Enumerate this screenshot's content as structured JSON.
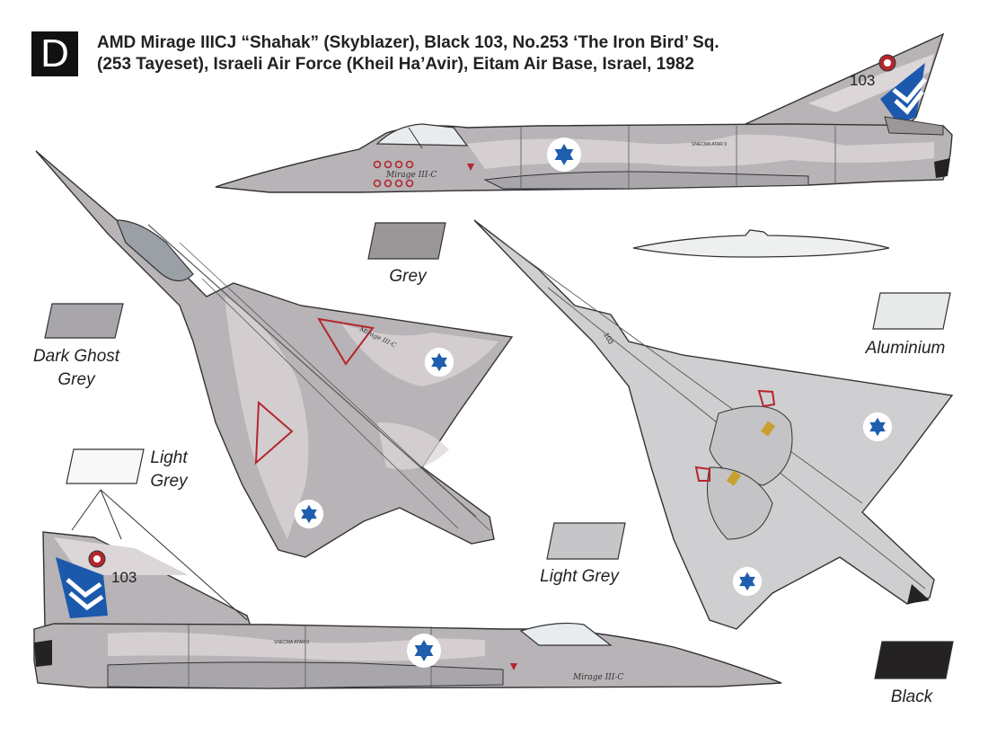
{
  "plate_letter": "D",
  "title": {
    "line1": "AMD Mirage IIICJ “Shahak” (Skyblazer), Black 103, No.253 ‘The Iron Bird’ Sq.",
    "line2": "(253 Tayeset), Israeli Air Force (Kheil Ha’Avir), Eitam Air Base, Israel, 1982"
  },
  "aircraft": {
    "serial": "103",
    "fuselage_script": "Mirage III-C",
    "stencil_text": "SNECMA ATAR 9"
  },
  "swatches": [
    {
      "name": "grey",
      "label_lines": [
        "Grey"
      ],
      "color": "#9b9799"
    },
    {
      "name": "dark-ghost-grey",
      "label_lines": [
        "Dark Ghost",
        "Grey"
      ],
      "color": "#a9a6ab"
    },
    {
      "name": "aluminium",
      "label_lines": [
        "Aluminium"
      ],
      "color": "#e7eae9"
    },
    {
      "name": "light-grey-top",
      "label_lines": [
        "Light",
        "Grey"
      ],
      "color": "#f8f8f8"
    },
    {
      "name": "light-grey",
      "label_lines": [
        "Light Grey"
      ],
      "color": "#c6c6c8"
    },
    {
      "name": "black",
      "label_lines": [
        "Black"
      ],
      "color": "#242223"
    }
  ],
  "colors": {
    "camo_base": "#b7b3b7",
    "camo_blotch": "#dcd6d8",
    "underside": "#cfcfd1",
    "insignia_blue": "#1f5eae",
    "rudder_blue": "#1c59ad",
    "red_marking": "#b3262c",
    "line": "#333333"
  }
}
